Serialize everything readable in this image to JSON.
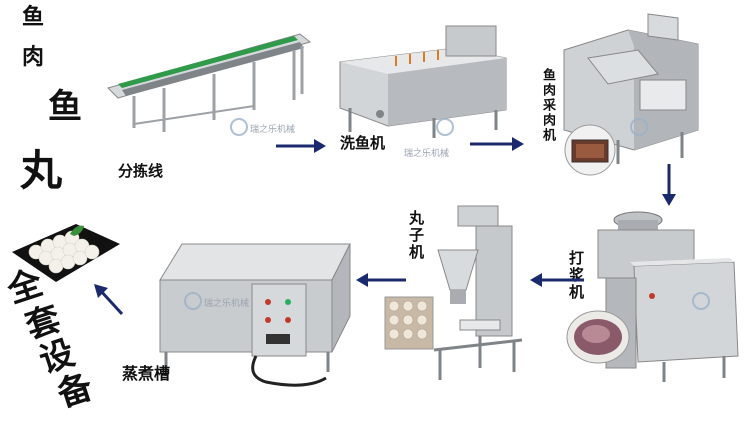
{
  "title_chars": [
    "鱼",
    "肉",
    "鱼",
    "丸"
  ],
  "subtitle_chars": [
    "全",
    "套",
    "设",
    "备"
  ],
  "steps": {
    "sorting": "分拣线",
    "washer": "洗鱼机",
    "picker": "鱼肉采肉机",
    "beater": "打浆机",
    "former": "丸子机",
    "steamer": "蒸煮槽"
  },
  "watermark": "瑞之乐机械",
  "colors": {
    "arrow": "#1b2a6e",
    "steel": "#c9ccce",
    "steel_dark": "#8c9094",
    "belt_green": "#2f9a4a"
  }
}
